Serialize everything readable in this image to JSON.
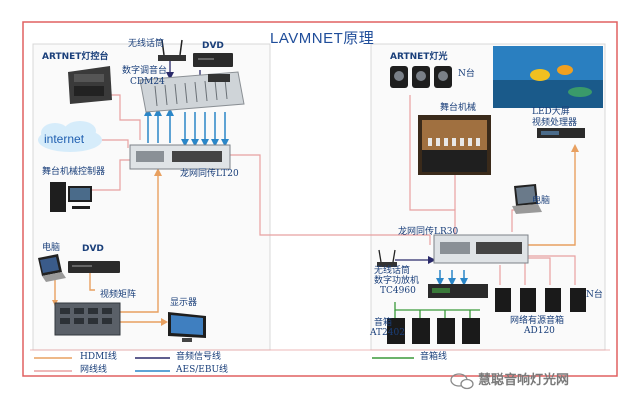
{
  "title": "LAVMNET原理",
  "labels": {
    "wireless_mic_left": "无线话筒",
    "dvd_top": "DVD",
    "artnet_console": "ARTNET灯控台",
    "digital_mixer": "数字调音台",
    "mixer_model": "CDM24",
    "internet": "internet",
    "lt20": "龙网同传LT20",
    "stage_controller": "舞台机械控制器",
    "computer_left": "电脑",
    "dvd_left": "DVD",
    "video_matrix": "视频矩阵",
    "monitor": "显示器",
    "artnet_lights": "ARTNET灯光",
    "n_units_lights": "N台",
    "led_screen": "LED大屏",
    "video_processor": "视频处理器",
    "stage_machinery": "舞台机械",
    "computer_right": "电脑",
    "lr30": "龙网同传LR30",
    "wireless_mic_right": "无线话筒",
    "digital_amp": "数字功放机",
    "amp_model": "TC4960",
    "n_units_speakers": "N台",
    "speaker_box": "音箱",
    "speaker_model": "AT2402",
    "network_speaker": "网络有源音箱",
    "network_speaker_model": "AD120"
  },
  "legend": [
    {
      "label": "HDMI线",
      "color": "#e8a060"
    },
    {
      "label": "网线线",
      "color": "#e8a0a0"
    },
    {
      "label": "音频信号线",
      "color": "#2a2a6a"
    },
    {
      "label": "AES/EBU线",
      "color": "#2a86c8"
    },
    {
      "label": "音箱线",
      "color": "#3a9a3a"
    }
  ],
  "watermark": "慧聪音响灯光网",
  "colors": {
    "border": "#e06060",
    "hdmi": "#e8a060",
    "network": "#e8a0a0",
    "audio": "#2a2a6a",
    "aes": "#2a86c8",
    "speaker": "#3a9a3a",
    "text": "#1a3f7a"
  }
}
